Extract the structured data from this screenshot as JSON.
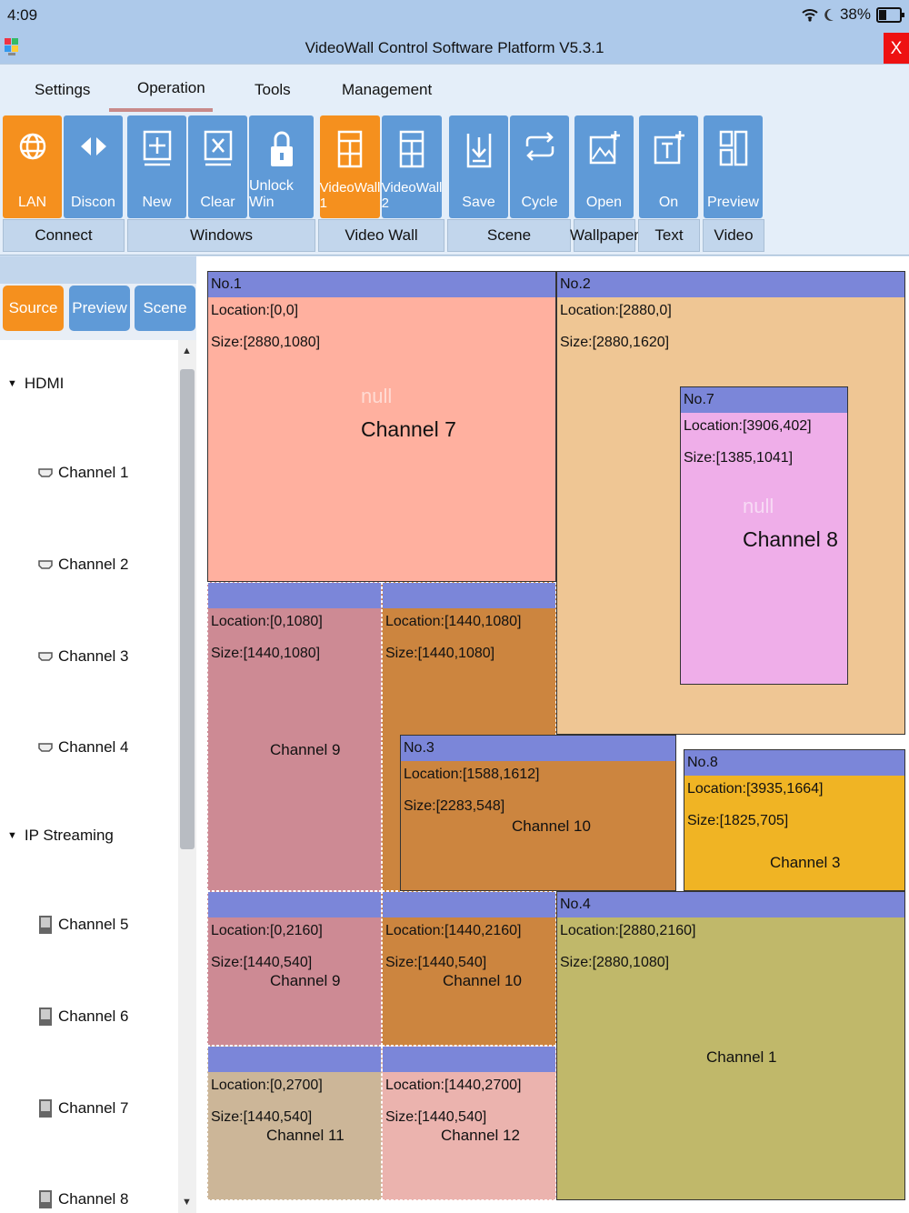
{
  "status": {
    "time": "4:09",
    "battery": "38%"
  },
  "window": {
    "title": "VideoWall Control Software Platform V5.3.1",
    "close_label": "X"
  },
  "menu": [
    "Settings",
    "Operation",
    "Tools",
    "Management"
  ],
  "ribbon": {
    "buttons": [
      "LAN",
      "Discon",
      "New",
      "Clear",
      "Unlock Win",
      "VideoWall 1",
      "VideoWall 2",
      "Save",
      "Cycle",
      "Open",
      "On",
      "Preview"
    ],
    "groups": [
      "Connect",
      "Windows",
      "Video Wall",
      "Scene",
      "Wallpaper",
      "Text",
      "Video"
    ]
  },
  "left_tabs": [
    "Source",
    "Preview",
    "Scene"
  ],
  "tree": {
    "groups": [
      "HDMI",
      "IP Streaming"
    ],
    "hdmi": [
      "Channel 1",
      "Channel 2",
      "Channel 3",
      "Channel 4"
    ],
    "ip": [
      "Channel 5",
      "Channel 6",
      "Channel 7",
      "Channel 8"
    ]
  },
  "wins": {
    "w1": {
      "name": "No.1",
      "loc": "Location:[0,0]",
      "size": "Size:[2880,1080]",
      "null": "null",
      "ch": "Channel 7"
    },
    "w2": {
      "name": "No.2",
      "loc": "Location:[2880,0]",
      "size": "Size:[2880,1620]"
    },
    "w7": {
      "name": "No.7",
      "loc": "Location:[3906,402]",
      "size": "Size:[1385,1041]",
      "null": "null",
      "ch": "Channel 8"
    },
    "s1": {
      "loc": "Location:[0,1080]",
      "size": "Size:[1440,1080]",
      "ch": "Channel 9"
    },
    "s2": {
      "loc": "Location:[1440,1080]",
      "size": "Size:[1440,1080]"
    },
    "w3": {
      "name": "No.3",
      "loc": "Location:[1588,1612]",
      "size": "Size:[2283,548]",
      "ch": "Channel 10"
    },
    "w8": {
      "name": "No.8",
      "loc": "Location:[3935,1664]",
      "size": "Size:[1825,705]",
      "ch": "Channel 3"
    },
    "s3": {
      "loc": "Location:[0,2160]",
      "size": "Size:[1440,540]",
      "ch": "Channel 9"
    },
    "s4": {
      "loc": "Location:[1440,2160]",
      "size": "Size:[1440,540]",
      "ch": "Channel 10"
    },
    "w4": {
      "name": "No.4",
      "loc": "Location:[2880,2160]",
      "size": "Size:[2880,1080]",
      "ch": "Channel 1"
    },
    "s5": {
      "loc": "Location:[0,2700]",
      "size": "Size:[1440,540]",
      "ch": "Channel 11"
    },
    "s6": {
      "loc": "Location:[1440,2700]",
      "size": "Size:[1440,540]",
      "ch": "Channel 12"
    }
  }
}
